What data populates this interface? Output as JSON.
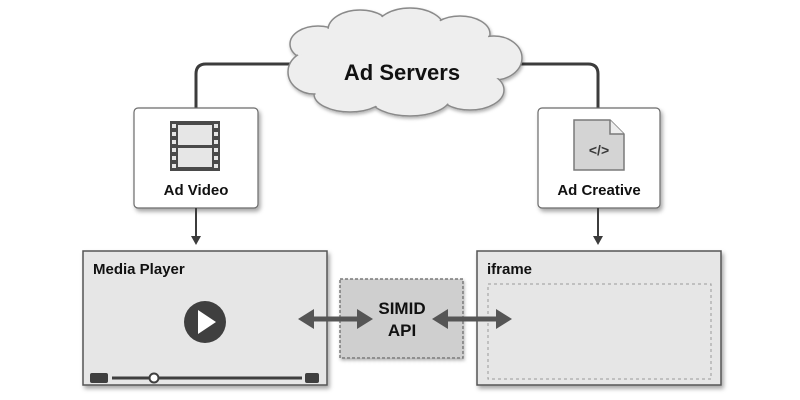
{
  "cloud": {
    "label": "Ad Servers"
  },
  "ad_video": {
    "label": "Ad Video",
    "icon": "film-icon"
  },
  "ad_creative": {
    "label": "Ad Creative",
    "icon": "code-file-icon",
    "icon_text": "</>"
  },
  "media_player": {
    "label": "Media Player",
    "controls": [
      "play-button",
      "progress-bar"
    ]
  },
  "simid_api": {
    "line1": "SIMID",
    "line2": "API"
  },
  "iframe": {
    "label": "iframe"
  },
  "colors": {
    "line": "#3c3c3c",
    "box_fill": "#ffffff",
    "panel_fill": "#e6e6e6",
    "simid_fill": "#cfcfcf",
    "player_dark": "#3f3f3f"
  }
}
